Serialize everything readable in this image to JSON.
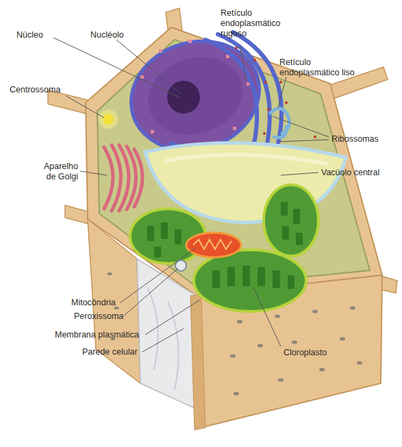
{
  "diagram": {
    "labels": [
      "Núcleo",
      "Nucléolo",
      "Retículo endoplasmático rugoso",
      "Retículo endoplasmático liso",
      "Centrossoma",
      "Ribossomas",
      "Aparelho de Golgi",
      "Vacúolo central",
      "Mitocôndria",
      "Peroxissoma",
      "Membrana plasmática",
      "Parede celular",
      "Cloroplasto"
    ]
  }
}
